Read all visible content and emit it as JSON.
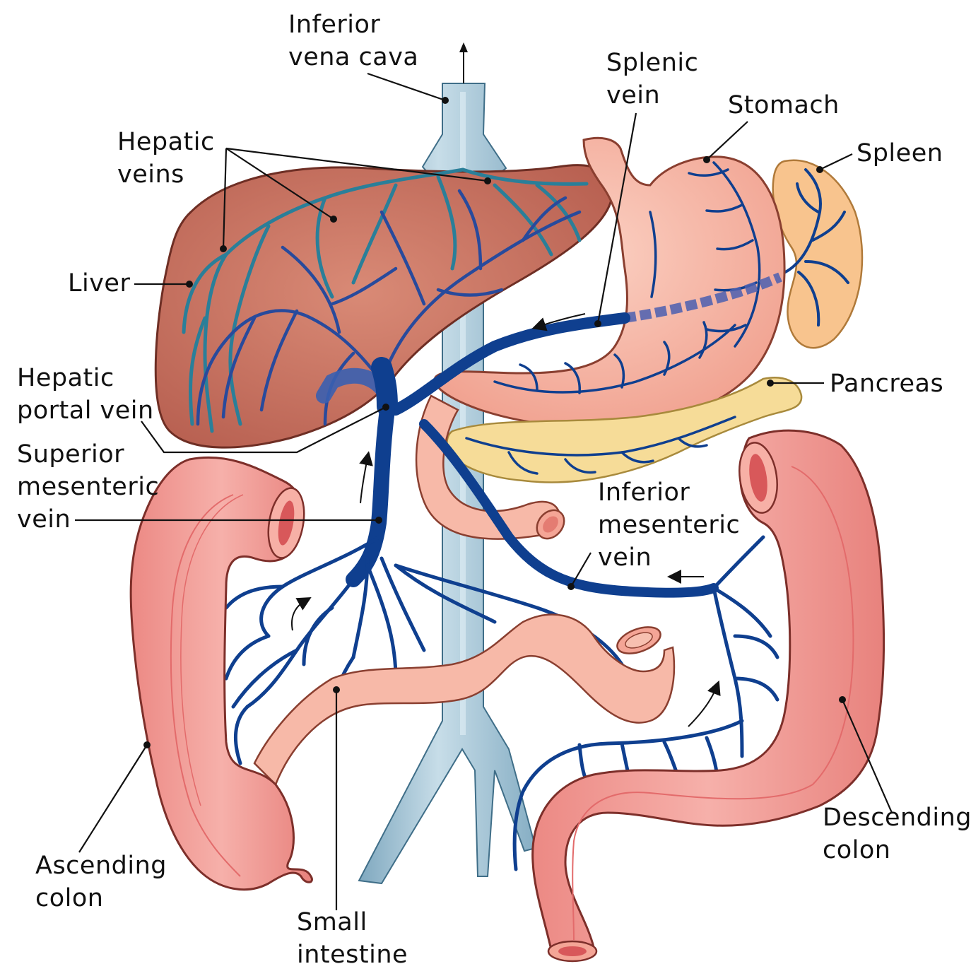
{
  "labels": {
    "ivc": [
      "Inferior",
      "vena cava"
    ],
    "splenic_vein": [
      "Splenic",
      "vein"
    ],
    "stomach": [
      "Stomach"
    ],
    "spleen": [
      "Spleen"
    ],
    "hepatic_veins": [
      "Hepatic",
      "veins"
    ],
    "liver": [
      "Liver"
    ],
    "hepatic_portal_vein": [
      "Hepatic",
      "portal vein"
    ],
    "pancreas": [
      "Pancreas"
    ],
    "superior_mesenteric_vein": [
      "Superior",
      "mesenteric",
      "vein"
    ],
    "inferior_mesenteric_vein": [
      "Inferior",
      "mesenteric",
      "vein"
    ],
    "ascending_colon": [
      "Ascending",
      "colon"
    ],
    "small_intestine": [
      "Small",
      "intestine"
    ],
    "descending_colon": [
      "Descending",
      "colon"
    ]
  },
  "colors": {
    "vein_blue": "#0f3f8f",
    "vena_cava": "#9cc0d3",
    "liver": "#c6705e",
    "hepatic_vein_teal": "#2a7f99",
    "stomach": "#f6b4a2",
    "spleen": "#f8c48e",
    "pancreas": "#f6dc98",
    "colon": "#f19a94"
  }
}
